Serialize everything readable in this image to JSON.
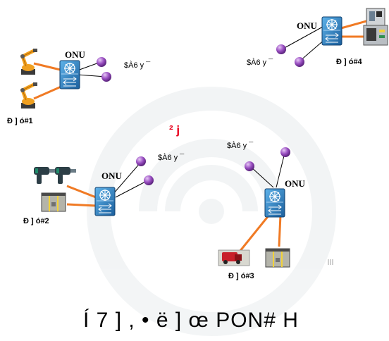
{
  "onu_label": "ONU",
  "wireless_label": "$À6 y ¯",
  "cells": [
    {
      "label": "Ð   ] ó#1"
    },
    {
      "label": "Ð   ] ó#2"
    },
    {
      "label": "Ð   ] ó#3"
    },
    {
      "label": "Ð   ] ó#4"
    }
  ],
  "center_label": "²  j",
  "title": "Í  7  ] , • ë   ] œ       PON# H",
  "colors": {
    "orange_link": "#f07a24",
    "black_link": "#000000",
    "switch_blue": "#1e6fb4",
    "wireless_node": "#9a4fc2",
    "center_label": "#e8001c"
  },
  "icons": [
    "robot-arm-icon",
    "nutrunner-tool-icon",
    "agv-cart-icon",
    "cnc-machine-icon",
    "onu-switch-icon",
    "wireless-node-icon"
  ]
}
